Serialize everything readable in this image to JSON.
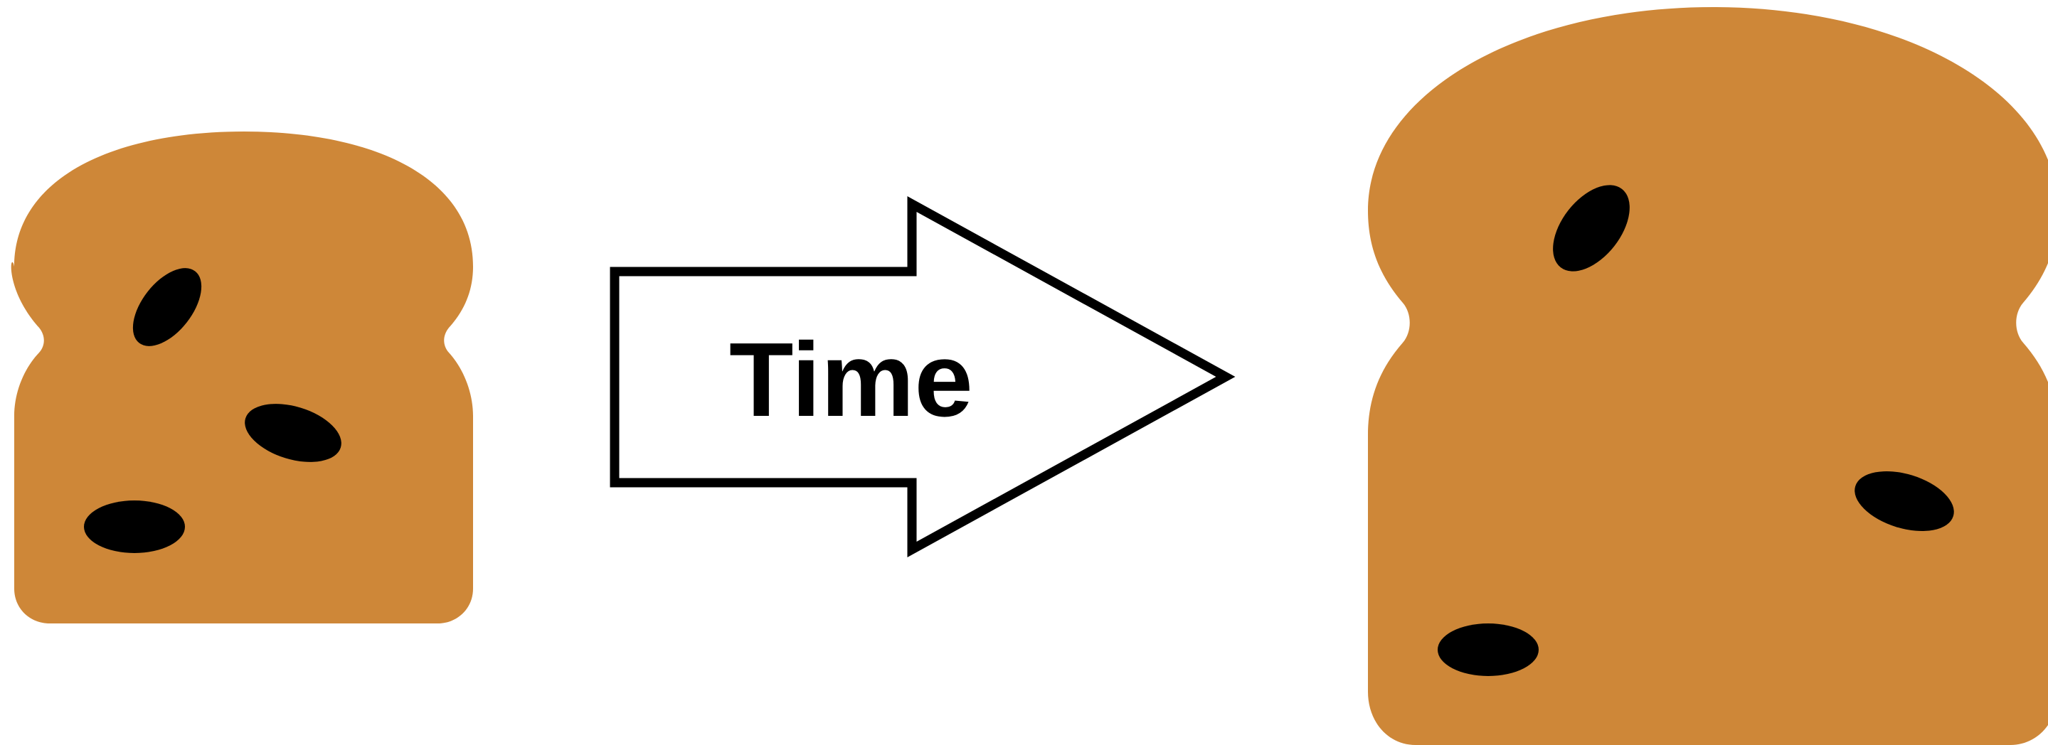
{
  "colors": {
    "bread": "#CE8738",
    "seed": "#000000",
    "arrow_fill": "#ffffff",
    "arrow_stroke": "#000000",
    "background": "#ffffff"
  },
  "diagram": {
    "left_bread": {
      "icon": "bread-slice-icon",
      "seed_count": 3
    },
    "arrow": {
      "label": "Time",
      "icon": "right-arrow-icon"
    },
    "right_bread": {
      "icon": "bread-slice-icon",
      "seed_count": 3
    }
  }
}
